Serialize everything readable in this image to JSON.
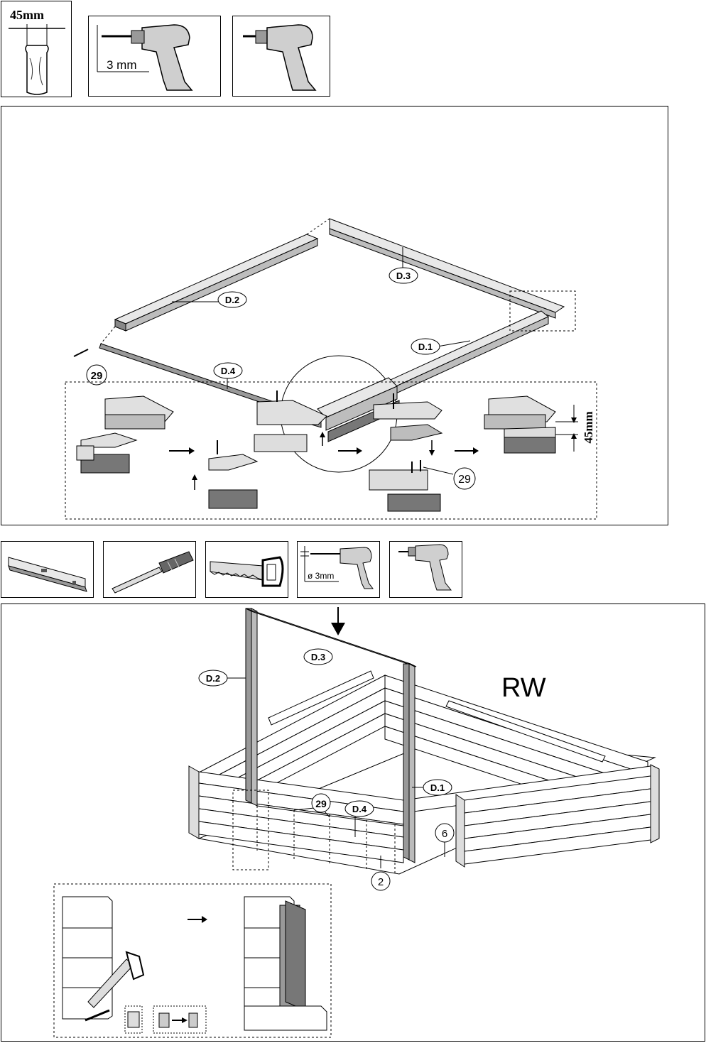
{
  "top_tools": {
    "thickness": "45mm",
    "drill_size": "3 mm"
  },
  "panel1": {
    "labels": {
      "d1": "D.1",
      "d2": "D.2",
      "d3": "D.3",
      "d4": "D.4",
      "screw": "29"
    },
    "steps": {
      "screw": "29",
      "height": "45mm"
    }
  },
  "mid_tools": {
    "drill_size": "ø 3mm"
  },
  "panel2": {
    "labels": {
      "d1": "D.1",
      "d2": "D.2",
      "d3": "D.3",
      "d4": "D.4",
      "screw": "29",
      "part6": "6",
      "part2": "2",
      "side": "RW"
    }
  }
}
